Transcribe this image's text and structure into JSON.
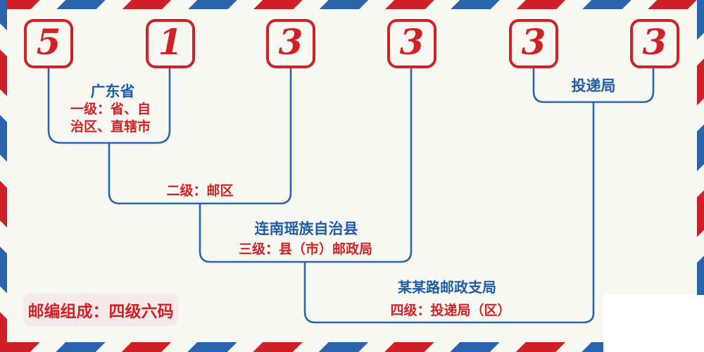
{
  "colors": {
    "red": "#d02127",
    "stripe_red": "#cf2027",
    "stripe_blue": "#2a64ad",
    "blue_text": "#1d5ca7",
    "line_blue": "#2a66ae",
    "bg": "#f8f8f3",
    "badge_bg": "#f5e9e9",
    "patch_white": "#ffffff"
  },
  "postal_code": {
    "value": "513333",
    "digits": [
      "5",
      "1",
      "3",
      "3",
      "3",
      "3"
    ]
  },
  "levels": [
    {
      "name": "广东省",
      "desc_lines": [
        "一级：省、自",
        "治区、直辖市"
      ],
      "desc": "一级：省、自治区、直辖市"
    },
    {
      "name": "",
      "desc": "二级：邮区"
    },
    {
      "name": "连南瑶族自治县",
      "desc": "三级：县（市）邮政局"
    },
    {
      "name": "某某路邮政支局",
      "desc": "四级：投递局（区）"
    },
    {
      "name": "投递局",
      "desc": ""
    }
  ],
  "badge": {
    "label": "邮编组成：四级六码"
  }
}
